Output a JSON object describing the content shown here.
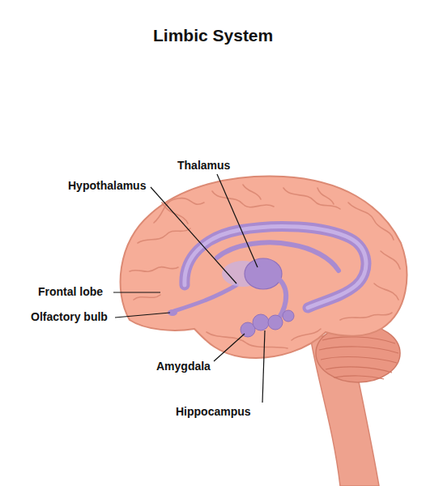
{
  "diagram": {
    "title": "Limbic System",
    "labels": [
      "Thalamus",
      "Hypothalamus",
      "Frontal lobe",
      "Olfactory bulb",
      "Amygdala",
      "Hippocampus"
    ]
  }
}
